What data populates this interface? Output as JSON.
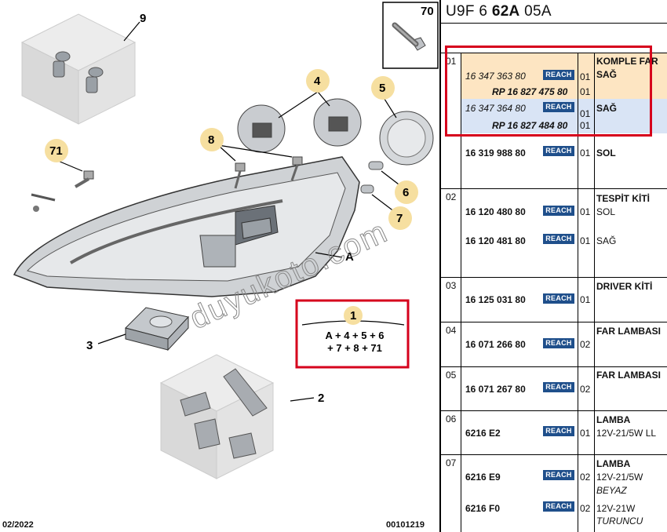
{
  "header": {
    "prefix": "U9F 6 ",
    "bold": "62A",
    "suffix": " 05A"
  },
  "box_number": "70",
  "callouts": [
    {
      "id": "c9",
      "label": "9"
    },
    {
      "id": "c4",
      "label": "4"
    },
    {
      "id": "c5",
      "label": "5"
    },
    {
      "id": "c71",
      "label": "71"
    },
    {
      "id": "c8",
      "label": "8"
    },
    {
      "id": "c6",
      "label": "6"
    },
    {
      "id": "c7",
      "label": "7"
    },
    {
      "id": "cA",
      "label": "A"
    },
    {
      "id": "c1",
      "label": "1"
    },
    {
      "id": "c3",
      "label": "3"
    },
    {
      "id": "c2",
      "label": "2"
    }
  ],
  "kit": {
    "number": "1",
    "line1": "A + 4 + 5 + 6",
    "line2": "+ 7 + 8 + 71"
  },
  "watermark": "duyukoto.com",
  "footer": {
    "left": "02/2022",
    "right": "00101219"
  },
  "reach_label": "REACH",
  "groups": [
    {
      "group": "01",
      "desc": [
        "KOMPLE FAR",
        "SAĞ"
      ]
    },
    {
      "group": "",
      "desc": [
        "SAĞ"
      ]
    },
    {
      "group": "",
      "desc": [
        "SOL"
      ]
    },
    {
      "group": "02",
      "desc": [
        "TESPİT KİTİ",
        "SOL"
      ]
    },
    {
      "group": "",
      "desc": [
        "SAĞ"
      ]
    },
    {
      "group": "03",
      "desc": [
        "DRIVER KİTİ"
      ]
    },
    {
      "group": "04",
      "desc": [
        "FAR LAMBASI"
      ]
    },
    {
      "group": "05",
      "desc": [
        "FAR LAMBASI"
      ]
    },
    {
      "group": "06",
      "desc": [
        "LAMBA",
        "12V-21/5W LL"
      ]
    },
    {
      "group": "07",
      "desc": [
        "LAMBA",
        "12V-21/5W",
        "BEYAZ"
      ]
    },
    {
      "group": "",
      "desc": [
        "12V-21W",
        "TURUNCU"
      ]
    }
  ],
  "parts": [
    {
      "pn": "16 347 363 80",
      "qty": "01",
      "reach": true
    },
    {
      "pn": "RP 16 827 475 80",
      "qty": "01",
      "reach": false
    },
    {
      "pn": "16 347 364 80",
      "qty": "01",
      "reach": true
    },
    {
      "pn": "RP 16 827 484 80",
      "qty": "01",
      "reach": false
    },
    {
      "pn": "16 319 988 80",
      "qty": "01",
      "reach": true
    },
    {
      "pn": "16 120 480 80",
      "qty": "01",
      "reach": true
    },
    {
      "pn": "16 120 481 80",
      "qty": "01",
      "reach": true
    },
    {
      "pn": "16 125 031 80",
      "qty": "01",
      "reach": true
    },
    {
      "pn": "16 071 266 80",
      "qty": "02",
      "reach": true
    },
    {
      "pn": "16 071 267 80",
      "qty": "02",
      "reach": true
    },
    {
      "pn": "6216 E2",
      "qty": "01",
      "reach": true
    },
    {
      "pn": "6216 E9",
      "qty": "02",
      "reach": true
    },
    {
      "pn": "6216 F0",
      "qty": "02",
      "reach": true
    }
  ],
  "colors": {
    "highlight_red": "#d6001c",
    "row_orange": "#fde5c2",
    "row_blue": "#d9e4f5",
    "reach_blue": "#1f4f8b",
    "callout_bubble": "#f6dfa0"
  }
}
